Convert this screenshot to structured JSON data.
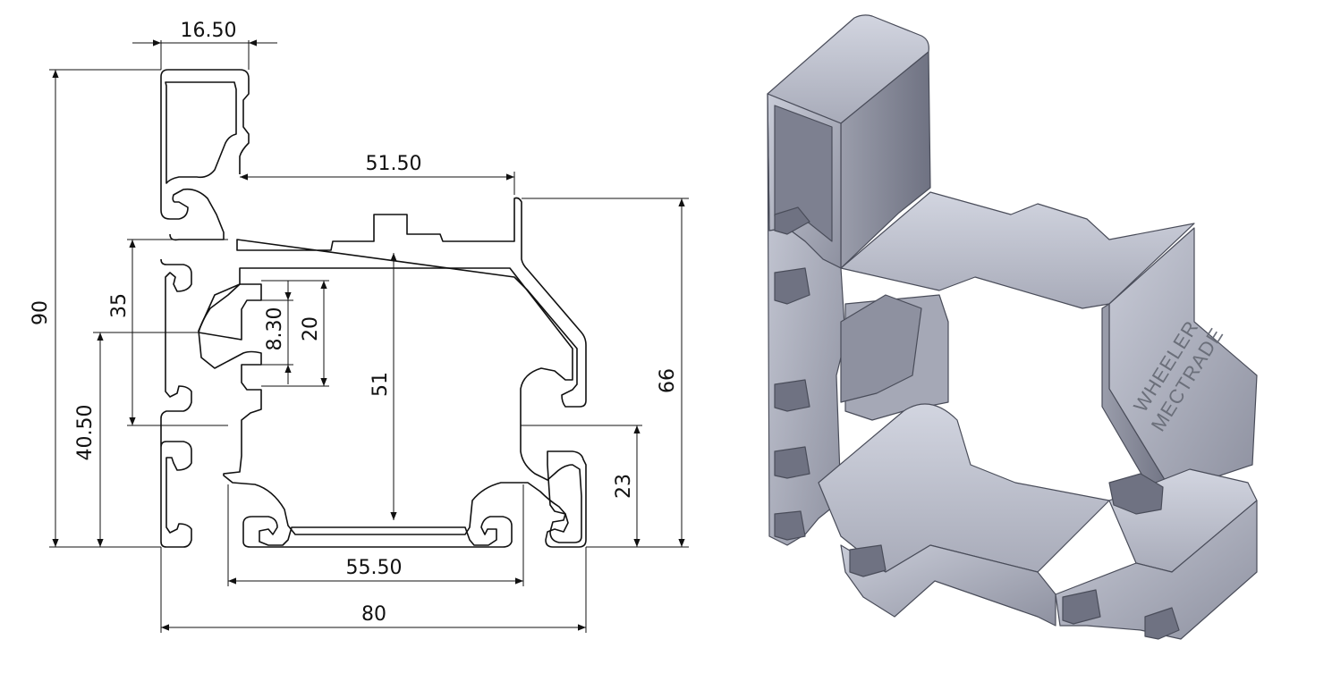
{
  "dimensions": {
    "top_tab_width": "16.50",
    "upper_span": "51.50",
    "overall_height": "90",
    "left_upper_slot_pitch": "35",
    "slot_opening": "8.30",
    "slot_pitch_inner": "20",
    "inner_cavity_height": "51",
    "right_height": "66",
    "left_lower_height": "40.50",
    "right_lower_height": "23",
    "bottom_span": "55.50",
    "overall_width": "80"
  },
  "render_watermark": [
    "WHEELER",
    "MECTRADE"
  ],
  "colors": {
    "line": "#111111",
    "metal_light": "#b9bcc8",
    "metal_mid": "#9a9dab",
    "metal_dark": "#6f7282",
    "metal_edge": "#4a4d5a"
  }
}
